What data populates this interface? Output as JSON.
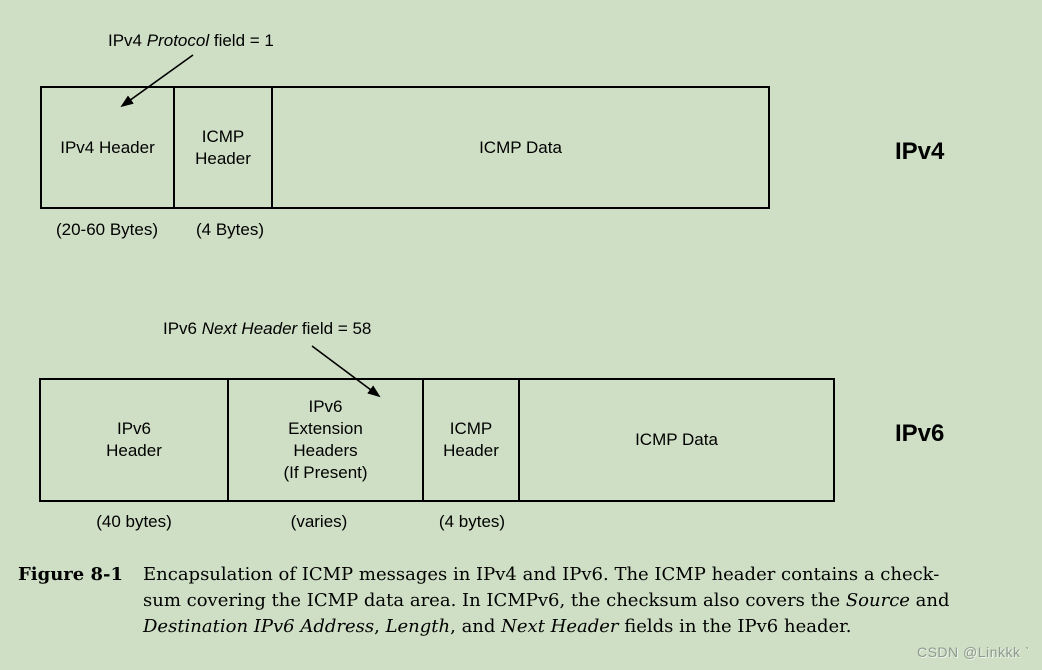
{
  "figure": {
    "colors": {
      "background": "#cfdfc5",
      "line": "#000000",
      "watermark_text": "#8e9a8f"
    },
    "ipv4_section": {
      "annotation_runs": [
        {
          "t": "IPv4 "
        },
        {
          "t": "Protocol",
          "i": true
        },
        {
          "t": " field = 1"
        }
      ],
      "row_label": "IPv4",
      "cells": [
        {
          "label": "IPv4 Header",
          "size": "(20-60 Bytes)"
        },
        {
          "label": "ICMP\nHeader",
          "size": "(4 Bytes)"
        },
        {
          "label": "ICMP Data"
        }
      ]
    },
    "ipv6_section": {
      "annotation_runs": [
        {
          "t": "IPv6 "
        },
        {
          "t": "Next Header",
          "i": true
        },
        {
          "t": " field = 58"
        }
      ],
      "row_label": "IPv6",
      "cells": [
        {
          "label": "IPv6\nHeader",
          "size": "(40 bytes)"
        },
        {
          "label": "IPv6\nExtension\nHeaders\n(If Present)",
          "size": "(varies)"
        },
        {
          "label": "ICMP\nHeader",
          "size": "(4 bytes)"
        },
        {
          "label": "ICMP Data"
        }
      ]
    },
    "caption": {
      "label": "Figure 8-1",
      "lines": [
        [
          {
            "t": "Encapsulation of ICMP messages in IPv4 and IPv6. The ICMP header contains a check-"
          }
        ],
        [
          {
            "t": "sum covering the ICMP data area. In ICMPv6, the checksum also covers the "
          },
          {
            "t": "Source",
            "i": true
          },
          {
            "t": " and"
          }
        ],
        [
          {
            "t": "Destination IPv6 Address",
            "i": true
          },
          {
            "t": ", "
          },
          {
            "t": "Length",
            "i": true
          },
          {
            "t": ", and "
          },
          {
            "t": "Next Header",
            "i": true
          },
          {
            "t": " fields in the IPv6 header."
          }
        ]
      ]
    },
    "watermark": "CSDN @Linkkk ˋ"
  }
}
